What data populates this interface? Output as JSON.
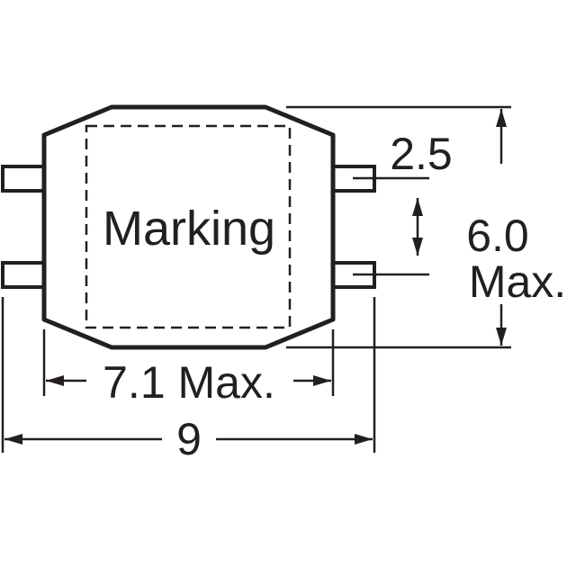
{
  "diagram": {
    "marking_label": "Marking",
    "pitch_label": "2.5",
    "height_label_line1": "6.0",
    "height_label_line2": "Max.",
    "body_width_label": "7.1 Max.",
    "overall_width_label": "9",
    "line_color": "#231f20",
    "background_color": "#ffffff"
  }
}
